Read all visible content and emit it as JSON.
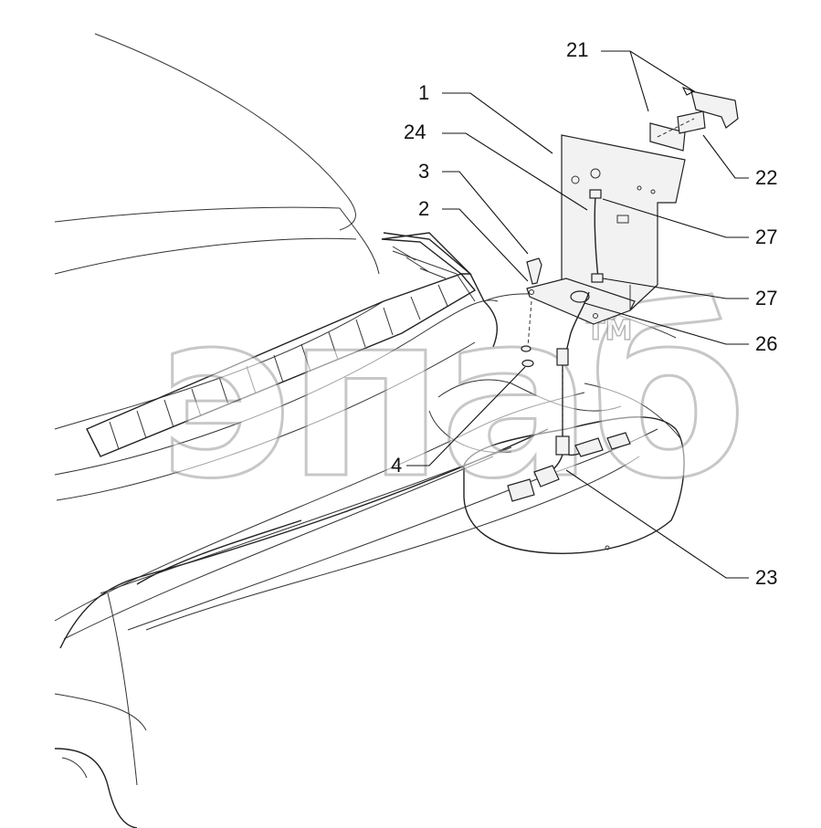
{
  "diagram": {
    "callouts": [
      {
        "id": "c21",
        "label": "21"
      },
      {
        "id": "c1",
        "label": "1"
      },
      {
        "id": "c24",
        "label": "24"
      },
      {
        "id": "c3",
        "label": "3"
      },
      {
        "id": "c2",
        "label": "2"
      },
      {
        "id": "c22",
        "label": "22"
      },
      {
        "id": "c27a",
        "label": "27"
      },
      {
        "id": "c27b",
        "label": "27"
      },
      {
        "id": "c26",
        "label": "26"
      },
      {
        "id": "c4",
        "label": "4"
      },
      {
        "id": "c23",
        "label": "23"
      }
    ],
    "watermark": {
      "text": "эпаб",
      "tm": "TM"
    }
  }
}
